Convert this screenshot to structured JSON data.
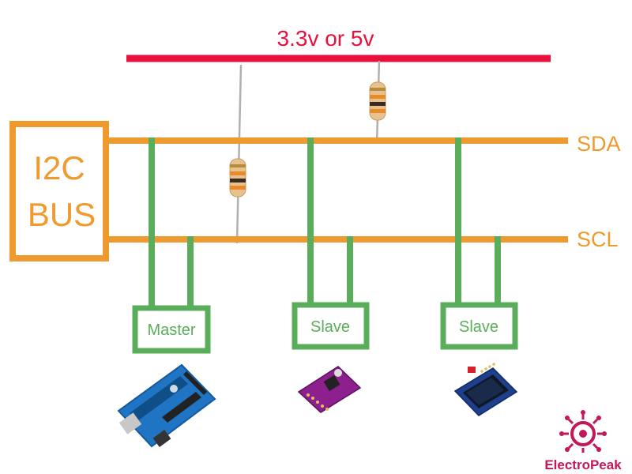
{
  "supply": {
    "label": "3.3v or 5v",
    "color": "#e8103c"
  },
  "bus": {
    "line1": "I2C",
    "line2": "BUS",
    "color": "#ef9a2e"
  },
  "lines": {
    "sda": "SDA",
    "scl": "SCL"
  },
  "devices": [
    {
      "label": "Master",
      "board": "arduino-uno-board"
    },
    {
      "label": "Slave",
      "board": "sensor-module-board"
    },
    {
      "label": "Slave",
      "board": "oled-display-board"
    }
  ],
  "wire_color": "#5aad5a",
  "brand": {
    "name": "ElectroPeak",
    "color": "#c2185b"
  }
}
